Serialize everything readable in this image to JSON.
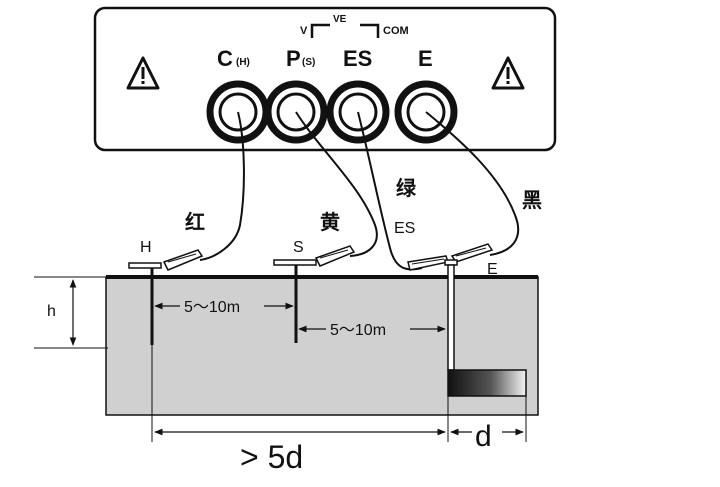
{
  "meter": {
    "terminals": [
      {
        "main": "C",
        "sub": "(H)"
      },
      {
        "main": "P",
        "sub": "(S)"
      },
      {
        "main": "ES",
        "sub": ""
      },
      {
        "main": "E",
        "sub": ""
      }
    ],
    "bracket": {
      "left": "V",
      "middle": "VE",
      "right": "COM"
    },
    "warning_icons": [
      "warning-triangle-icon",
      "warning-triangle-icon"
    ]
  },
  "wires": {
    "red": "红",
    "yellow": "黄",
    "green": "绿",
    "black": "黑"
  },
  "probes": {
    "h": "H",
    "s": "S",
    "es": "ES",
    "e": "E"
  },
  "dimensions": {
    "depth": "h",
    "spacing_1": "5～10m",
    "spacing_2": "5～10m",
    "total": "> 5d",
    "electrode": "d"
  },
  "colors": {
    "ground": "#d0d0d0",
    "outline": "#111111"
  }
}
